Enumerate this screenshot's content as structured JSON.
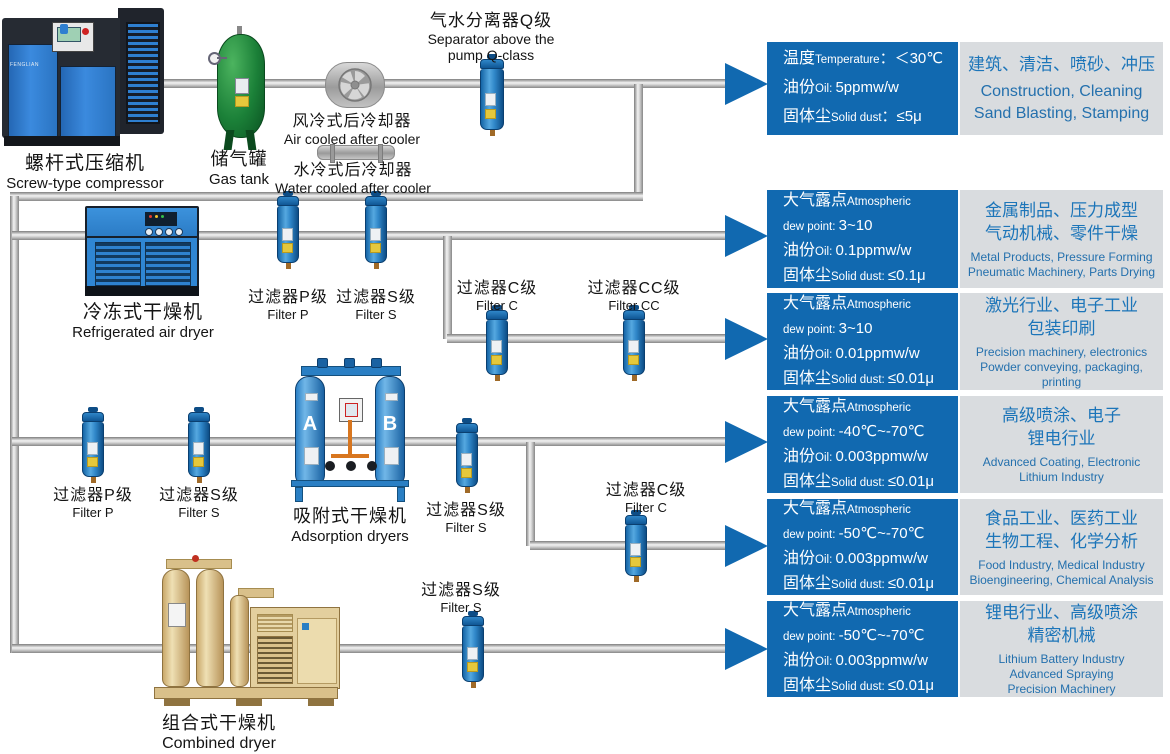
{
  "colors": {
    "accent": "#1169b0",
    "panel_gray": "#d9dcdf",
    "text_blue": "#1c75b9"
  },
  "compressor_brand": "FENGLIAN",
  "adsorption": {
    "tower_a": "A",
    "tower_b": "B"
  },
  "equipment": [
    {
      "id": "compressor",
      "zh": "螺杆式压缩机",
      "en": "Screw-type compressor"
    },
    {
      "id": "gas-tank",
      "zh": "储气罐",
      "en": "Gas tank"
    },
    {
      "id": "air-cooler",
      "zh": "风冷式后冷却器",
      "en": "Air cooled after cooler"
    },
    {
      "id": "water-cooler",
      "zh": "水冷式后冷却器",
      "en": "Water cooled after cooler"
    },
    {
      "id": "separator",
      "zh": "气水分离器Q级",
      "en": "Separator above the",
      "en2": "pump Q-class"
    },
    {
      "id": "refrigerated-dryer",
      "zh": "冷冻式干燥机",
      "en": "Refrigerated air dryer"
    },
    {
      "id": "adsorption-dryer",
      "zh": "吸附式干燥机",
      "en": "Adsorption dryers"
    },
    {
      "id": "combined-dryer",
      "zh": "组合式干燥机",
      "en": "Combined dryer"
    },
    {
      "id": "filter-p-2",
      "zh": "过滤器P级",
      "en": "Filter P"
    },
    {
      "id": "filter-s-2",
      "zh": "过滤器S级",
      "en": "Filter S"
    },
    {
      "id": "filter-c-3",
      "zh": "过滤器C级",
      "en": "Filter C"
    },
    {
      "id": "filter-cc-3",
      "zh": "过滤器CC级",
      "en": "Filter CC"
    },
    {
      "id": "filter-p-4",
      "zh": "过滤器P级",
      "en": "Filter P"
    },
    {
      "id": "filter-s-4",
      "zh": "过滤器S级",
      "en": "Filter S"
    },
    {
      "id": "filter-s-4b",
      "zh": "过滤器S级",
      "en": "Filter S"
    },
    {
      "id": "filter-c-5",
      "zh": "过滤器C级",
      "en": "Filter C"
    },
    {
      "id": "filter-s-6",
      "zh": "过滤器S级",
      "en": "Filter S"
    }
  ],
  "rows": [
    {
      "spec": [
        [
          [
            "温度",
            "zh"
          ],
          [
            "Temperature",
            "en"
          ],
          [
            "：＜30℃",
            "val"
          ]
        ],
        [
          [
            "油份",
            "zh"
          ],
          [
            "Oil: ",
            "en"
          ],
          [
            "5ppmw/w",
            "val"
          ]
        ],
        [
          [
            "固体尘",
            "zh"
          ],
          [
            "Solid dust",
            "en"
          ],
          [
            "：≤5μ",
            "val"
          ]
        ]
      ],
      "app_zh": [
        "建筑、清洁、喷砂、冲压"
      ],
      "app_en": [
        "Construction, Cleaning",
        "Sand Blasting, Stamping"
      ],
      "app_en_size": "lg"
    },
    {
      "spec": [
        [
          [
            "大气露点",
            "zh"
          ],
          [
            "Atmospheric",
            "en"
          ]
        ],
        [
          [
            "dew point: ",
            "en"
          ],
          [
            "3~10",
            "val"
          ]
        ],
        [
          [
            "油份",
            "zh"
          ],
          [
            "Oil: ",
            "en"
          ],
          [
            "0.1ppmw/w",
            "val"
          ]
        ],
        [
          [
            "固体尘",
            "zh"
          ],
          [
            "Solid dust: ",
            "en"
          ],
          [
            "≤0.1μ",
            "val"
          ]
        ]
      ],
      "app_zh": [
        "金属制品、压力成型",
        "气动机械、零件干燥"
      ],
      "app_en": [
        "Metal Products, Pressure Forming",
        "Pneumatic Machinery, Parts Drying"
      ],
      "app_en_size": "sm"
    },
    {
      "spec": [
        [
          [
            "大气露点",
            "zh"
          ],
          [
            "Atmospheric",
            "en"
          ]
        ],
        [
          [
            "dew point: ",
            "en"
          ],
          [
            "3~10",
            "val"
          ]
        ],
        [
          [
            "油份",
            "zh"
          ],
          [
            "Oil: ",
            "en"
          ],
          [
            "0.01ppmw/w",
            "val"
          ]
        ],
        [
          [
            "固体尘",
            "zh"
          ],
          [
            "Solid dust: ",
            "en"
          ],
          [
            "≤0.01μ",
            "val"
          ]
        ]
      ],
      "app_zh": [
        "激光行业、电子工业",
        "包装印刷"
      ],
      "app_en": [
        "Precision machinery, electronics",
        "Powder conveying, packaging, printing"
      ],
      "app_en_size": "sm"
    },
    {
      "spec": [
        [
          [
            "大气露点",
            "zh"
          ],
          [
            "Atmospheric",
            "en"
          ]
        ],
        [
          [
            "dew point: ",
            "en"
          ],
          [
            "-40℃~-70℃",
            "val"
          ]
        ],
        [
          [
            "油份",
            "zh"
          ],
          [
            "Oil: ",
            "en"
          ],
          [
            "0.003ppmw/w",
            "val"
          ]
        ],
        [
          [
            "固体尘",
            "zh"
          ],
          [
            "Solid dust: ",
            "en"
          ],
          [
            "≤0.01μ",
            "val"
          ]
        ]
      ],
      "app_zh": [
        "高级喷涂、电子",
        "锂电行业"
      ],
      "app_en": [
        "Advanced Coating, Electronic",
        "Lithium Industry"
      ],
      "app_en_size": "sm"
    },
    {
      "spec": [
        [
          [
            "大气露点",
            "zh"
          ],
          [
            "Atmospheric",
            "en"
          ]
        ],
        [
          [
            "dew point: ",
            "en"
          ],
          [
            "-50℃~-70℃",
            "val"
          ]
        ],
        [
          [
            "油份",
            "zh"
          ],
          [
            "Oil: ",
            "en"
          ],
          [
            "0.003ppmw/w",
            "val"
          ]
        ],
        [
          [
            "固体尘",
            "zh"
          ],
          [
            "Solid dust: ",
            "en"
          ],
          [
            "≤0.01μ",
            "val"
          ]
        ]
      ],
      "app_zh": [
        "食品工业、医药工业",
        "生物工程、化学分析"
      ],
      "app_en": [
        "Food Industry, Medical Industry",
        "Bioengineering, Chemical Analysis"
      ],
      "app_en_size": "sm"
    },
    {
      "spec": [
        [
          [
            "大气露点",
            "zh"
          ],
          [
            "Atmospheric",
            "en"
          ]
        ],
        [
          [
            "dew point: ",
            "en"
          ],
          [
            "-50℃~-70℃",
            "val"
          ]
        ],
        [
          [
            "油份",
            "zh"
          ],
          [
            "Oil: ",
            "en"
          ],
          [
            "0.003ppmw/w",
            "val"
          ]
        ],
        [
          [
            "固体尘",
            "zh"
          ],
          [
            "Solid dust: ",
            "en"
          ],
          [
            "≤0.01μ",
            "val"
          ]
        ]
      ],
      "app_zh": [
        "锂电行业、高级喷涂",
        "精密机械"
      ],
      "app_en": [
        "Lithium Battery Industry",
        "Advanced Spraying",
        "Precision Machinery"
      ],
      "app_en_size": "sm"
    }
  ]
}
